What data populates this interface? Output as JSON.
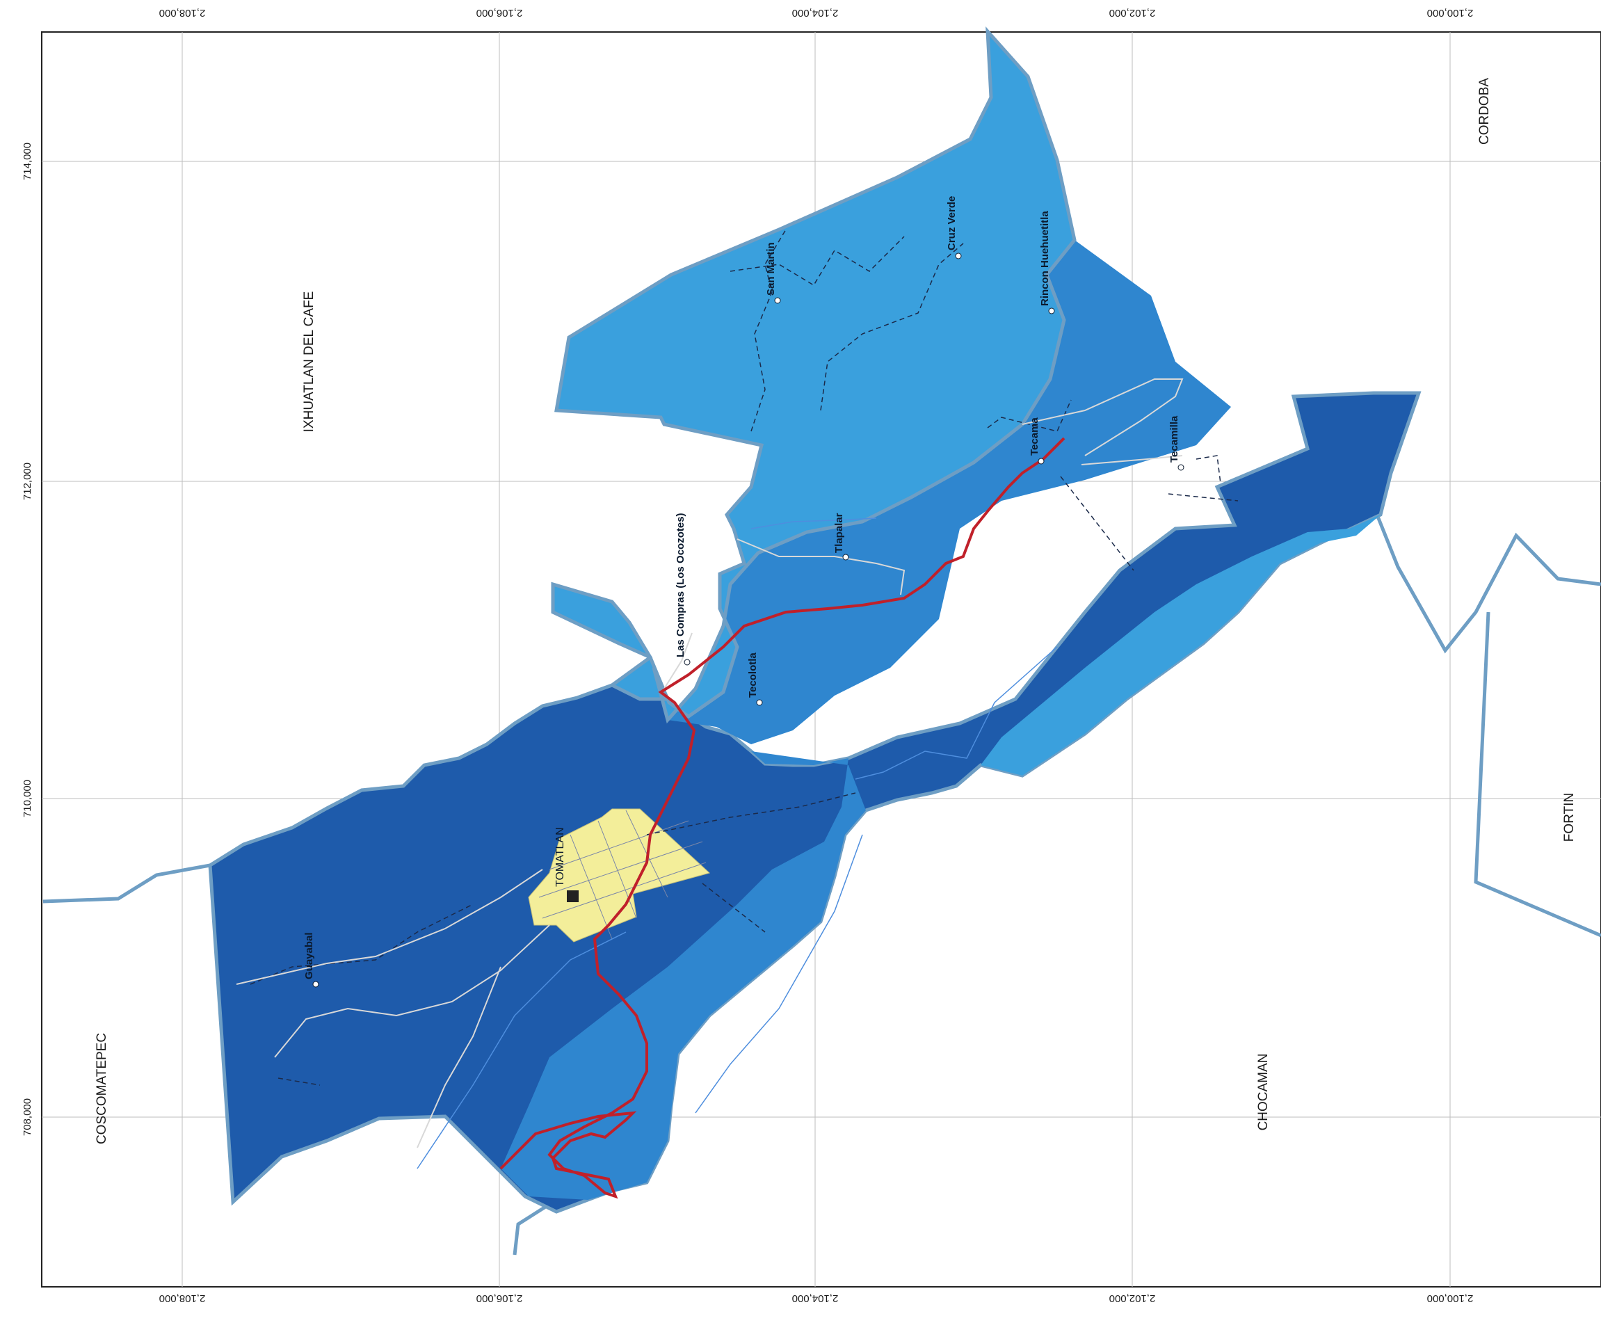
{
  "map": {
    "grid_labels": {
      "easting_top": [
        "2,108,000",
        "2,106,000",
        "2,104,000",
        "2,102,000",
        "2,100,000"
      ],
      "easting_bottom": [
        "2,108,000",
        "2,106,000",
        "2,104,000",
        "2,102,000",
        "2,100,000"
      ],
      "northing_left": [
        "714,000",
        "712,000",
        "710,000",
        "708,000"
      ]
    },
    "municipalities": [
      {
        "id": "ixhuatlan",
        "name": "IXHUATLAN DEL CAFE"
      },
      {
        "id": "cordoba",
        "name": "CORDOBA"
      },
      {
        "id": "fortin",
        "name": "FORTIN"
      },
      {
        "id": "chocaman",
        "name": "CHOCAMAN"
      },
      {
        "id": "coscomatepec",
        "name": "COSCOMATEPEC"
      }
    ],
    "localities": [
      {
        "id": "san-martin",
        "name": "San Martin"
      },
      {
        "id": "cruz-verde",
        "name": "Cruz Verde"
      },
      {
        "id": "rincon",
        "name": "Rincon Huehuetitla"
      },
      {
        "id": "tecama",
        "name": "Tecama"
      },
      {
        "id": "tecamilla",
        "name": "Tecamilla"
      },
      {
        "id": "tlapalar",
        "name": "Tlapalar"
      },
      {
        "id": "las-compras",
        "name": "Las Compras (Los Ocozotes)"
      },
      {
        "id": "tecolotla",
        "name": "Tecolotla"
      },
      {
        "id": "guayabal",
        "name": "Guayabal"
      }
    ],
    "seat": {
      "name": "TOMATLAN"
    },
    "colors": {
      "dark_zone": "#1e5bab",
      "mid_zone": "#2f86cf",
      "light_zone": "#3aa0dd",
      "urban_area": "#f3ee9a",
      "highway": "#c0202a",
      "boundary": "#6e9ec4"
    }
  }
}
